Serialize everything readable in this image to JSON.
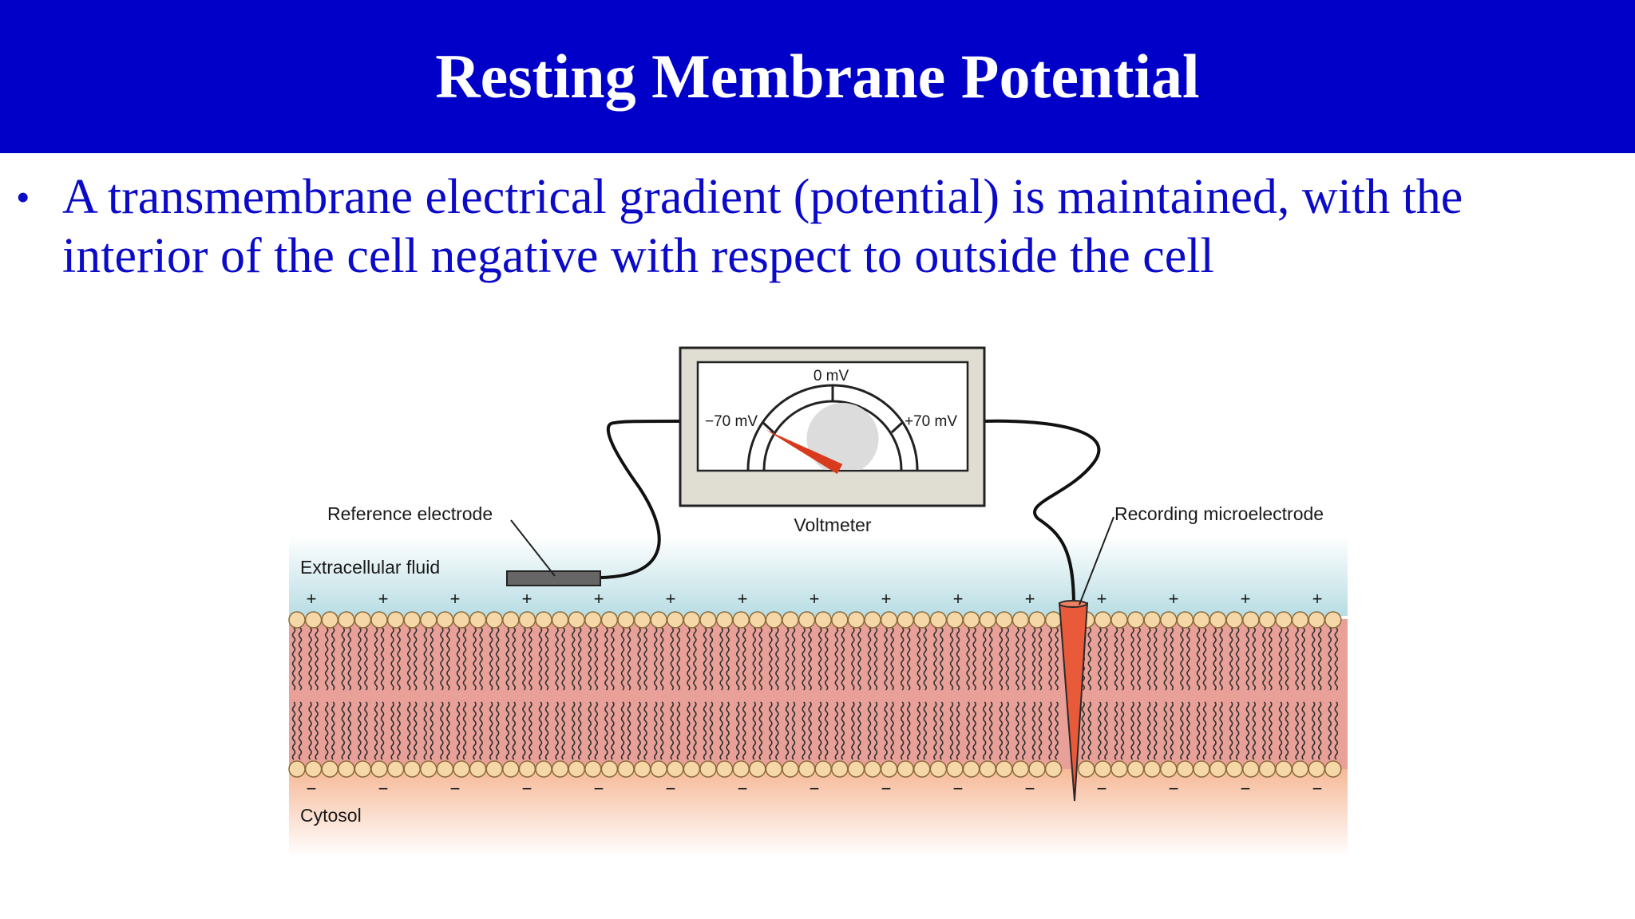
{
  "slide": {
    "title": "Resting Membrane Potential",
    "bullet_text": "A transmembrane electrical gradient (potential) is maintained, with the interior of the cell negative with respect to outside the cell",
    "bullet_symbol": "•"
  },
  "diagram": {
    "voltmeter_label": "Voltmeter",
    "scale_zero": "0 mV",
    "scale_min": "−70 mV",
    "scale_max": "+70 mV",
    "reading_mv": -70,
    "reference_electrode_label": "Reference electrode",
    "recording_electrode_label": "Recording microelectrode",
    "extracellular_label": "Extracellular fluid",
    "cytosol_label": "Cytosol",
    "outside_charge": "+",
    "inside_charge": "−",
    "colors": {
      "title_bar": "#0000c8",
      "bullet_text": "#0a0ac8",
      "membrane_core": "#e8a098",
      "lipid_head": "#f6d8a8",
      "microelectrode": "#e85a3a",
      "needle": "#d83a1e",
      "extracellular": "#b8dde4",
      "cytosol": "#f6b896"
    },
    "icons": [
      "voltmeter-icon",
      "reference-electrode-icon",
      "microelectrode-icon",
      "lipid-bilayer-icon"
    ]
  }
}
